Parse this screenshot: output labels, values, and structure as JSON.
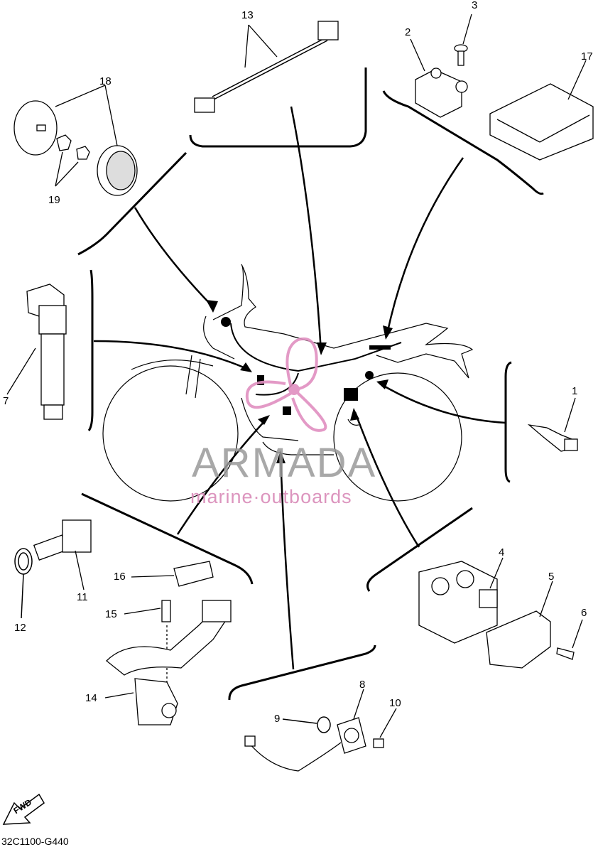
{
  "diagram_code": "32C1100-G440",
  "watermark": {
    "brand": "ARMADA",
    "tagline": "marine·outboards"
  },
  "fwd_label": "FWD",
  "callouts": [
    "1",
    "2",
    "3",
    "4",
    "5",
    "6",
    "7",
    "8",
    "9",
    "10",
    "11",
    "12",
    "13",
    "14",
    "15",
    "16",
    "17",
    "18",
    "19"
  ]
}
